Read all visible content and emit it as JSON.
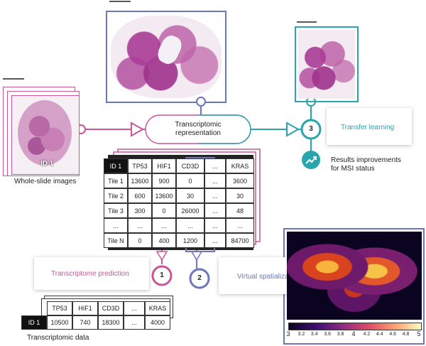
{
  "labels": {
    "transcriptomic_rep_line1": "Transcriptomic",
    "transcriptomic_rep_line2": "representation",
    "transfer_learning": "Transfer learning",
    "results_line1": "Results improvements",
    "results_line2": "for MSI status",
    "whole_slide_images": "Whole-slide images",
    "slide_id": "ID 1",
    "transcriptome_prediction": "Transcriptome prediction",
    "virtual_spatialization": "Virtual spatialization",
    "transcriptomic_data": "Transcriptomic data"
  },
  "steps": {
    "one": "1",
    "two": "2",
    "three": "3"
  },
  "tile_table": {
    "header": [
      "ID 1",
      "TP53",
      "HIF1",
      "CD3D",
      "...",
      "KRAS"
    ],
    "rows": [
      [
        "Tile 1",
        "13600",
        "900",
        "0",
        "...",
        "3600"
      ],
      [
        "Tile 2",
        "600",
        "13600",
        "30",
        "...",
        "30"
      ],
      [
        "Tile 3",
        "300",
        "0",
        "26000",
        "...",
        "48"
      ],
      [
        "...",
        "...",
        "...",
        "...",
        "...",
        "..."
      ],
      [
        "Tile N",
        "0",
        "400",
        "1200",
        "...",
        "84700"
      ]
    ]
  },
  "data_table": {
    "header": [
      "TP53",
      "HIF1",
      "CD3D",
      "...",
      "KRAS"
    ],
    "id": "ID 1",
    "row": [
      "10500",
      "740",
      "18300",
      "...",
      "4000"
    ]
  },
  "colorbar": {
    "ticks": [
      "3",
      "3.2",
      "3.4",
      "3.6",
      "3.8",
      "4",
      "4.2",
      "4.4",
      "4.6",
      "4.8",
      "5"
    ]
  },
  "colors": {
    "pink": "#cc5599",
    "blue": "#6b77b9",
    "teal": "#2aa5ad"
  }
}
